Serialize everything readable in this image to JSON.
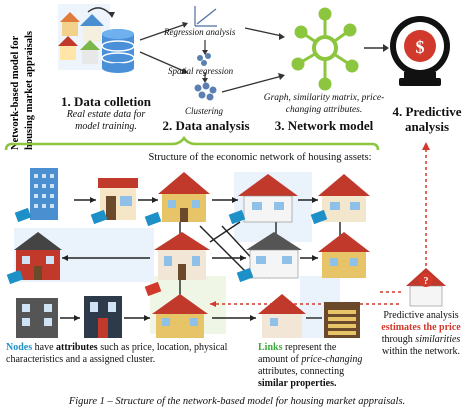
{
  "side_title": [
    "Network-based model for",
    "housing market appraisals"
  ],
  "steps": [
    {
      "number_title": "1. Data colletion",
      "subtitle": "Real estate data for model training."
    },
    {
      "number_title": "2. Data analysis"
    },
    {
      "number_title": "3. Network model",
      "subtitle": "Graph, similarity matrix, price-changing attributes."
    },
    {
      "number_title": "4. Predictive analysis"
    }
  ],
  "methods": [
    "Regression analysis",
    "Spatial regression",
    "Clustering"
  ],
  "structure_title": "Structure of the economic network of housing assets:",
  "legend_nodes": {
    "term": "Nodes",
    "text_1": " have ",
    "attributes": "attributes",
    "text_2": " such as price, location, physical characteristics and a assigned cluster."
  },
  "legend_links": {
    "term": "Links",
    "text_1": " represent the amount of ",
    "price_changing": "price-changing",
    "text_2": " attributes, connecting ",
    "similar": "similar properties."
  },
  "predictive_note": {
    "line_1": "Predictive analysis",
    "estimates": "estimates the price",
    "line_3": "through ",
    "similarities": "similarities",
    "line_4": "within the network."
  },
  "caption": "Figure 1 – Structure of the network-based model for housing market appraisals.",
  "house_tag_symbol": "$",
  "unknown_symbol": "?",
  "colors": {
    "green": "#8cc63f",
    "blue": "#1e90c8",
    "red": "#d0392b",
    "house_red": "#c0392b",
    "house_yellow": "#e8c468"
  }
}
